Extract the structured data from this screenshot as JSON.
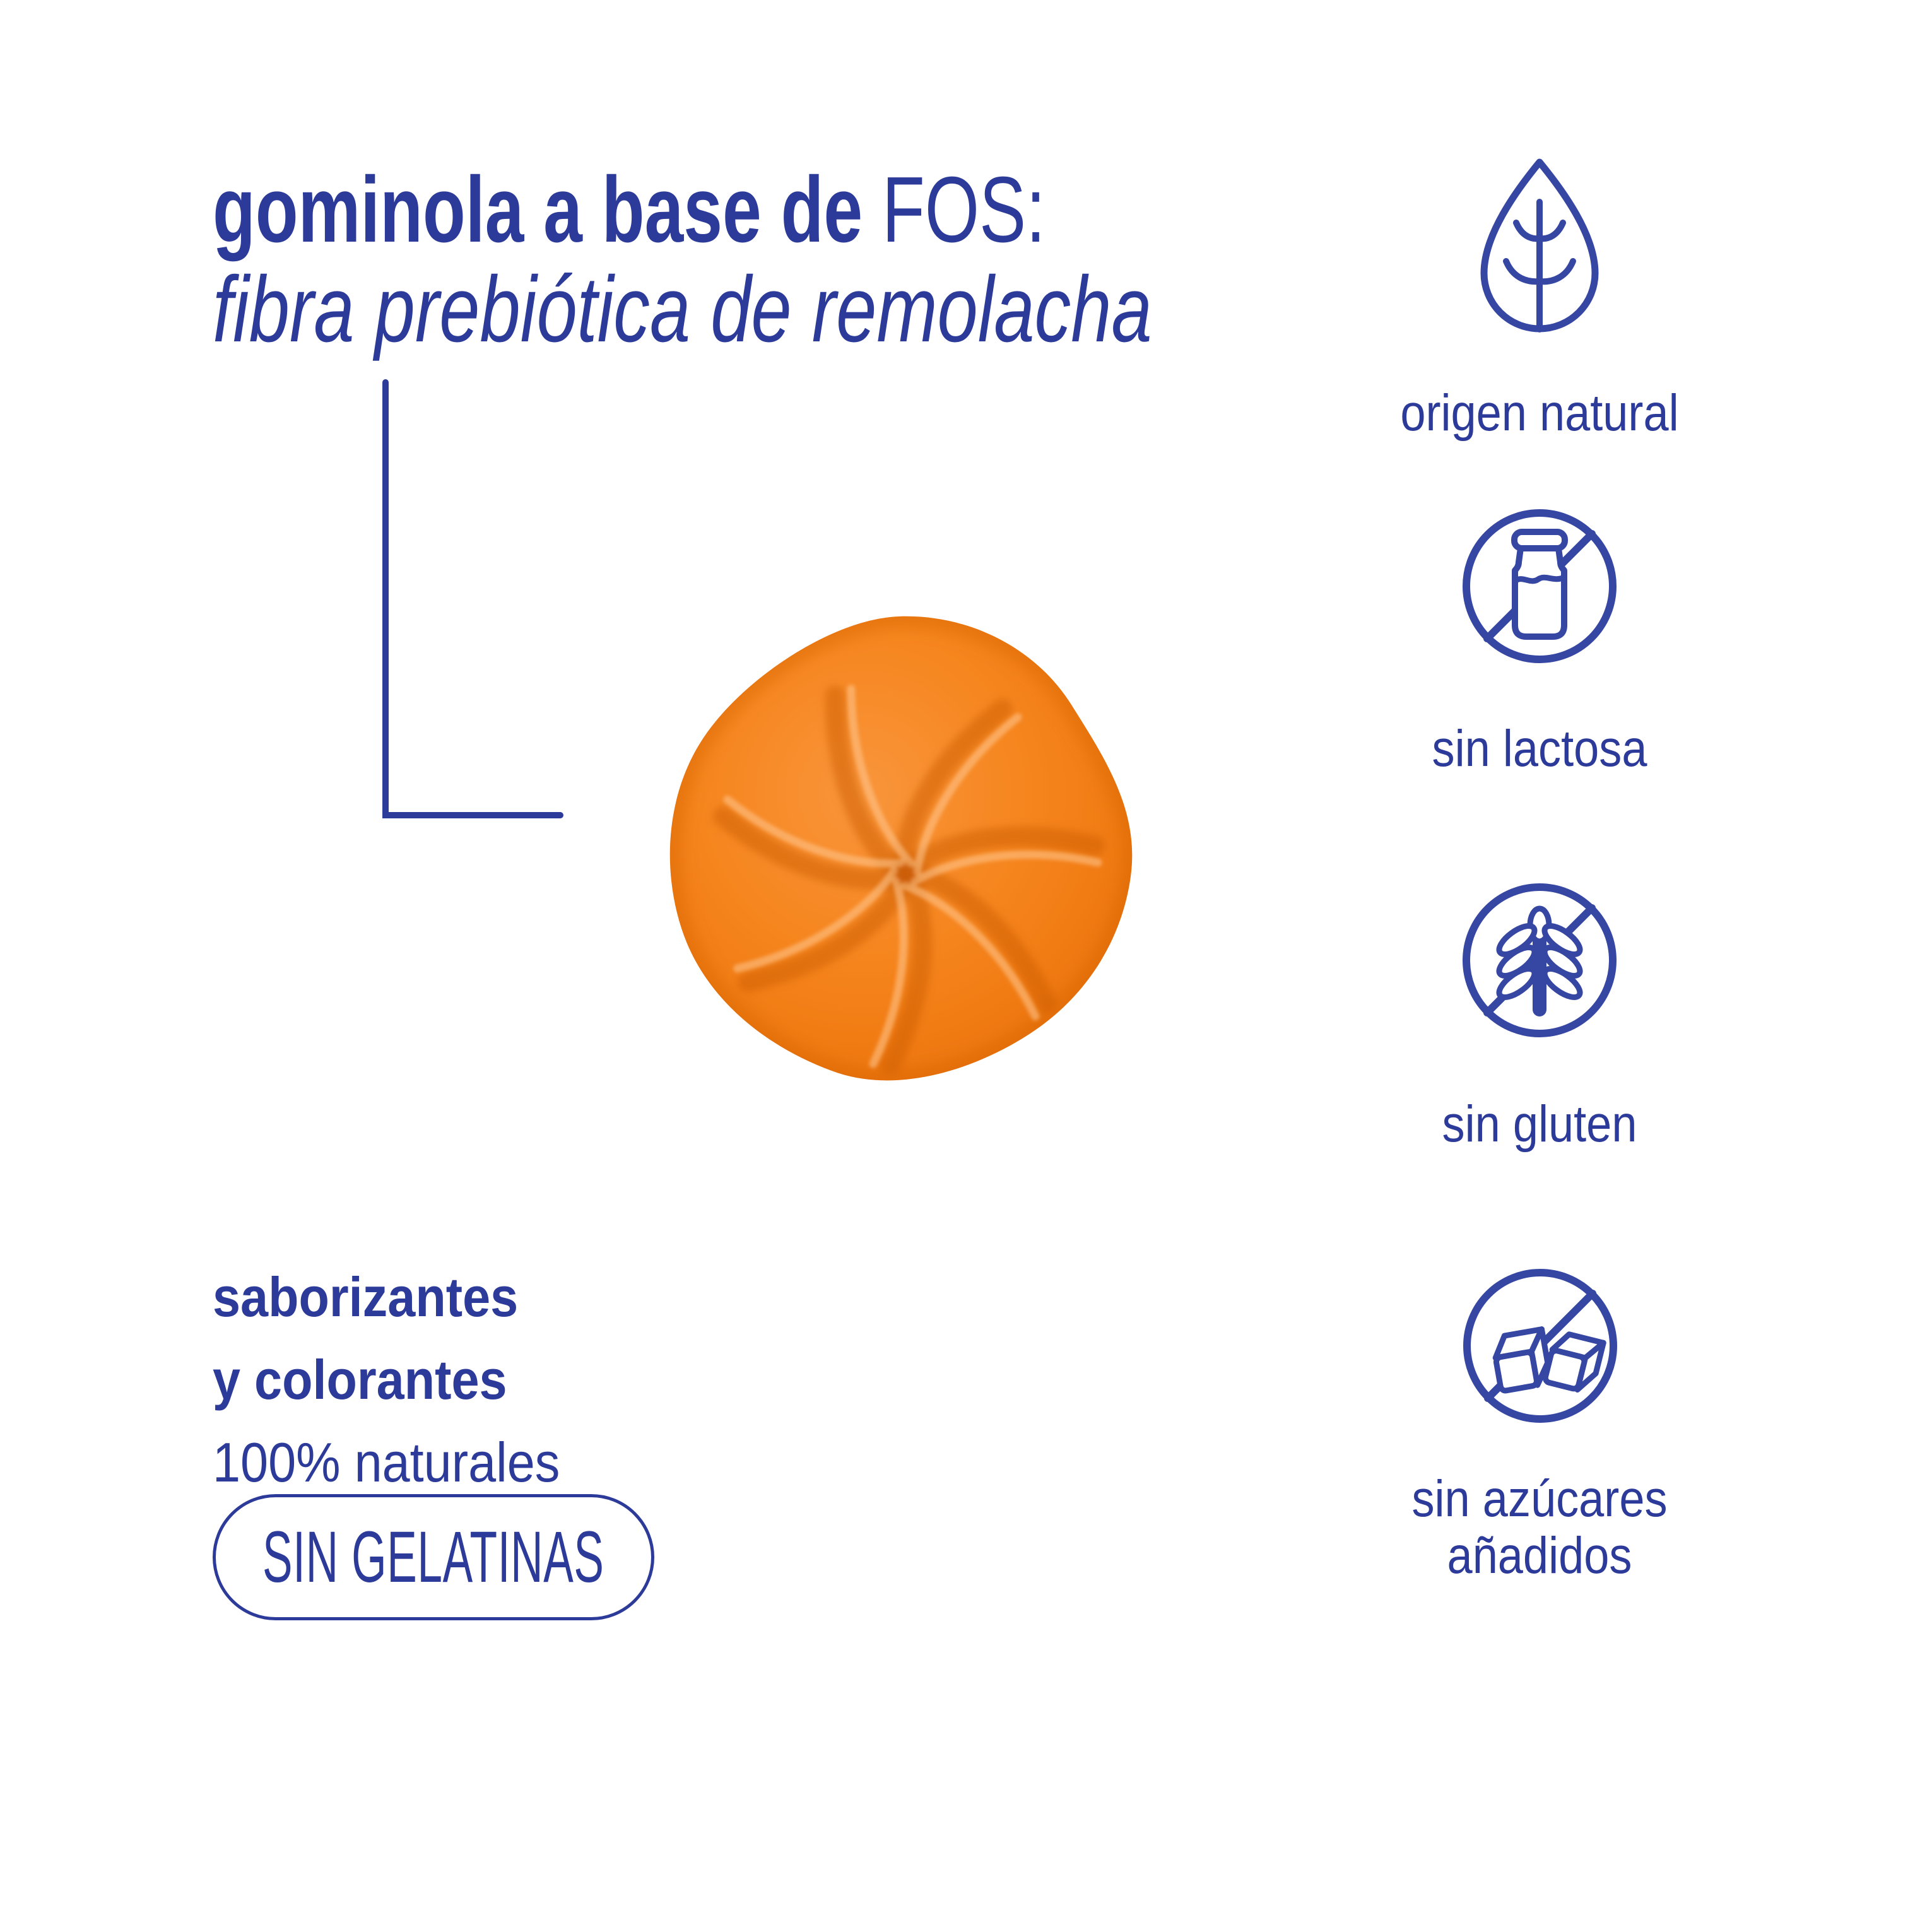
{
  "colors": {
    "brand_blue": "#2C3A99",
    "icon_blue": "#3646A3",
    "gummy_orange": "#F5831C",
    "bg": "#FFFFFF"
  },
  "title": {
    "lead_bold": "gominola a base de ",
    "lead_regular": "FOS:",
    "subtitle": "fibra prebiótica de remolacha"
  },
  "product": {
    "name": "orange-gummy-swirl"
  },
  "benefits": [
    {
      "id": "origen-natural",
      "icon": "leaf-icon",
      "label": "origen natural"
    },
    {
      "id": "sin-lactosa",
      "icon": "no-lactose-icon",
      "label": "sin lactosa"
    },
    {
      "id": "sin-gluten",
      "icon": "no-gluten-icon",
      "label": "sin gluten"
    },
    {
      "id": "sin-azucares-anadidos",
      "icon": "no-added-sugar-icon",
      "label": "sin azúcares añadidos",
      "label_lines": [
        "sin azúcares",
        "añadidos"
      ]
    }
  ],
  "claims": {
    "line1": "saborizantes",
    "line2": "y colorantes",
    "line3": "100% naturales"
  },
  "badge": {
    "label": "SIN GELATINAS"
  }
}
